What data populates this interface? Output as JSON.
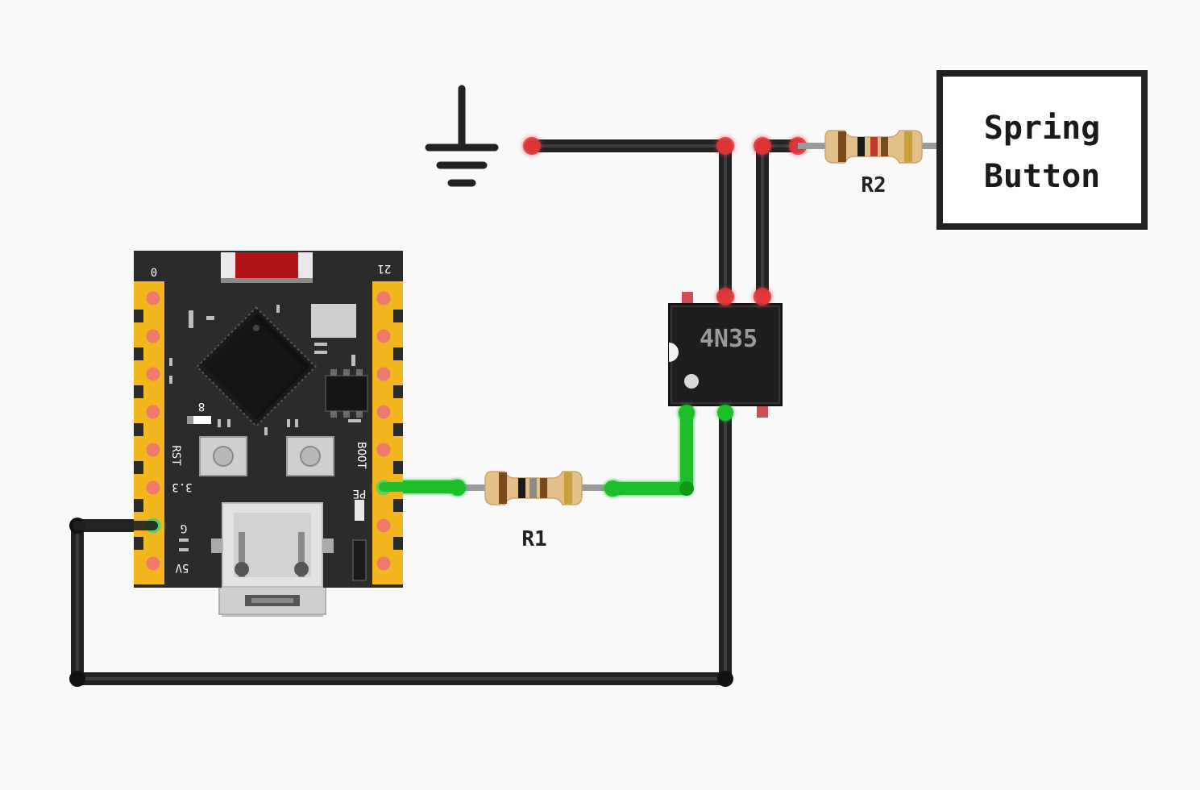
{
  "components": {
    "button_box": {
      "line1": "Spring",
      "line2": "Button"
    },
    "r1": {
      "label": "R1"
    },
    "r2": {
      "label": "R2"
    },
    "optocoupler": {
      "label": "4N35"
    },
    "board": {
      "pins_left": [
        "0",
        "3.3",
        "G",
        "5V"
      ],
      "pin_right_top": "21",
      "button_rst": "RST",
      "button_boot": "BOOT",
      "led_label": "8",
      "pin_right_gpio": "PE"
    }
  },
  "colors": {
    "wire_black": "#222222",
    "wire_green": "#1fbf2a",
    "joint_red": "#e0353a",
    "pin_gold": "#f2b61f",
    "board_pcb": "#2b2b2b",
    "chip_body": "#1e1e1e",
    "resistor_body": "#e3c08a"
  },
  "icons": [
    "ground-symbol-icon"
  ]
}
